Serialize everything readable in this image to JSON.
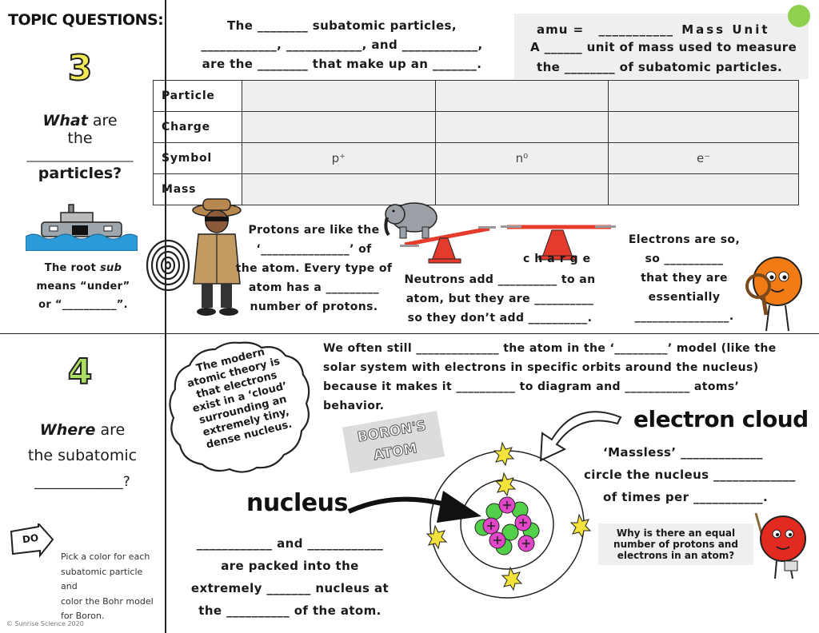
{
  "topic_header": "TOPIC QUESTIONS:",
  "q3": {
    "number": "3",
    "question_what": "What",
    "question_are": " are",
    "question_the": "the",
    "question_blank": "___________________",
    "question_particles": "particles?",
    "root_line1_pre": "The root ",
    "root_word": "sub",
    "root_line2": "means “under”",
    "root_line3": "or “__________”."
  },
  "intro": {
    "line1": "The ________ subatomic particles,",
    "line2": "____________, ____________, and ____________,",
    "line3": "are the ________ that make up an _______."
  },
  "amu": {
    "line1_left": "amu  =",
    "line1_blank": "___________",
    "line1_right": "Mass Unit",
    "line2": "A ______ unit of mass used to measure",
    "line3": "the ________ of subatomic particles."
  },
  "table": {
    "rows": [
      {
        "label": "Particle",
        "cells": [
          "",
          "",
          ""
        ]
      },
      {
        "label": "Charge",
        "cells": [
          "",
          "",
          ""
        ]
      },
      {
        "label": "Symbol",
        "cells": [
          "p⁺",
          "n⁰",
          "e⁻"
        ]
      },
      {
        "label": "Mass",
        "cells": [
          "",
          "",
          ""
        ]
      }
    ]
  },
  "protons": {
    "line1": "Protons are like the",
    "line2": "‘_______________’ of",
    "line3": "the atom. Every type of",
    "line4": "atom has a _________",
    "line5": "number of protons."
  },
  "neutrons": {
    "charge_label": "charge",
    "line1": "Neutrons add __________ to an",
    "line2": "atom, but they are __________",
    "line3": "so they don’t add __________."
  },
  "electrons": {
    "line1": "Electrons are so,",
    "line2": "so __________",
    "line3": "that they are",
    "line4": "essentially",
    "line5": "________________."
  },
  "q4": {
    "number": "4",
    "question_where": "Where",
    "question_are": " are",
    "question_line2": "the subatomic",
    "question_line3": "_____________?",
    "do_label": "DO",
    "instr_line1": "Pick a color for each",
    "instr_line2": "subatomic particle and",
    "instr_line3": "color the Bohr model",
    "instr_line4": "for Boron.",
    "copyright": "© Sunrise Science 2020"
  },
  "cloud_text": {
    "line1": "The modern",
    "line2": "atomic theory is",
    "line3": "that electrons",
    "line4": "exist in a ‘cloud’",
    "line5": "surrounding an",
    "line6": "extremely tiny,",
    "line7": "dense nucleus."
  },
  "bohr": {
    "line1": "We often still ______________ the atom in the ‘_________’ model (like the",
    "line2": "solar system with electrons in specific orbits around the nucleus)",
    "line3": "because it makes it __________ to diagram and ___________ atoms’",
    "line4": "behavior."
  },
  "boron_label_line1": "BORON'S",
  "boron_label_line2": "ATOM",
  "electron_cloud": {
    "title": "electron cloud",
    "line1": "‘Massless’ _____________",
    "line2": "circle the nucleus _____________",
    "line3": "of times per ___________."
  },
  "nucleus": {
    "title": "nucleus",
    "line1": "____________ and ____________",
    "line2": "are packed into the",
    "line3": "extremely _______ nucleus at",
    "line4": "the __________ of the atom."
  },
  "why_box": {
    "line1": "Why is there an equal",
    "line2": "number of protons and",
    "line3": "electrons in an atom?"
  },
  "colors": {
    "number_fill": "#f2ea55",
    "number4_fill": "#a9de62",
    "green_dot": "#8fd14f",
    "proton": "#e246c9",
    "neutron": "#52d04a",
    "star": "#f3e23a",
    "scale_red": "#e43b2c",
    "box_gray": "#efefef",
    "orange_electron": "#f27b16",
    "red_proton": "#e22a20"
  }
}
